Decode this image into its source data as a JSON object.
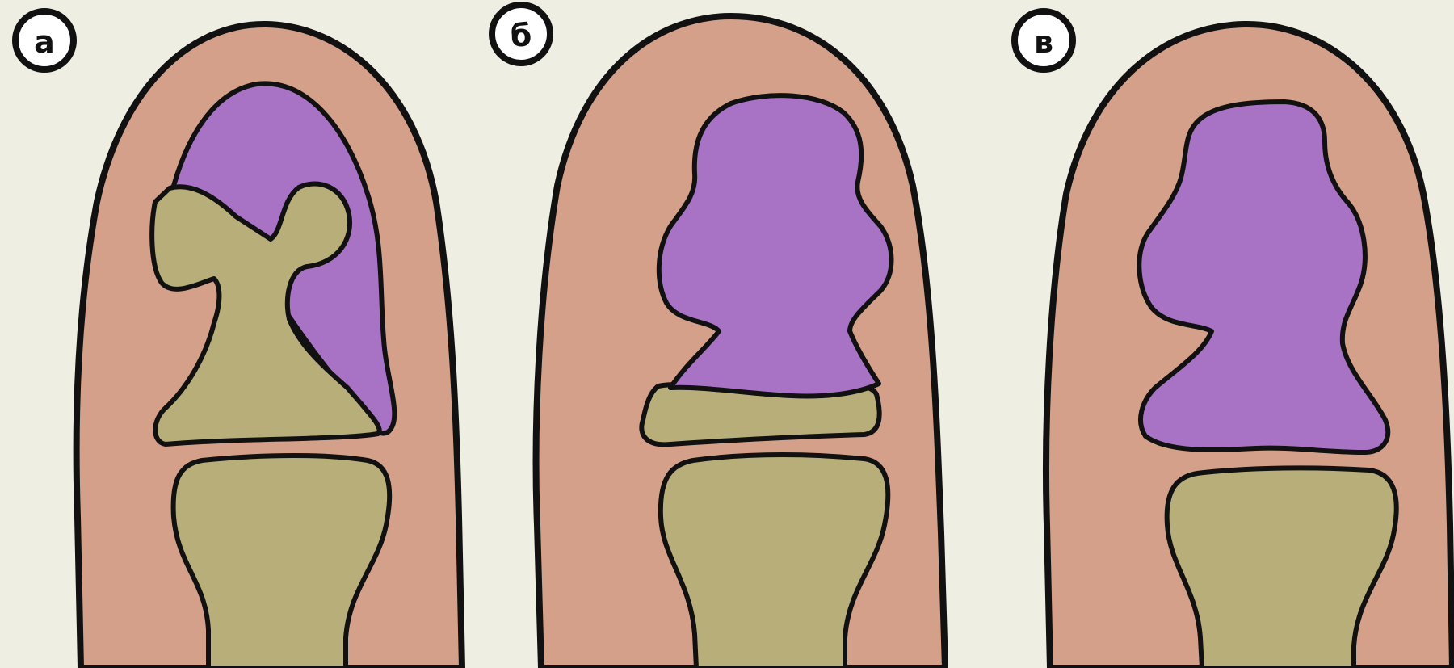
{
  "panels": [
    {
      "id": "a",
      "label": "а"
    },
    {
      "id": "b",
      "label": "б"
    },
    {
      "id": "c",
      "label": "в"
    }
  ],
  "colors": {
    "background": "#eeeee2",
    "soft_tissue": "#d4a089",
    "bone": "#b8ae79",
    "lesion": "#a873c4",
    "outline": "#111111"
  }
}
